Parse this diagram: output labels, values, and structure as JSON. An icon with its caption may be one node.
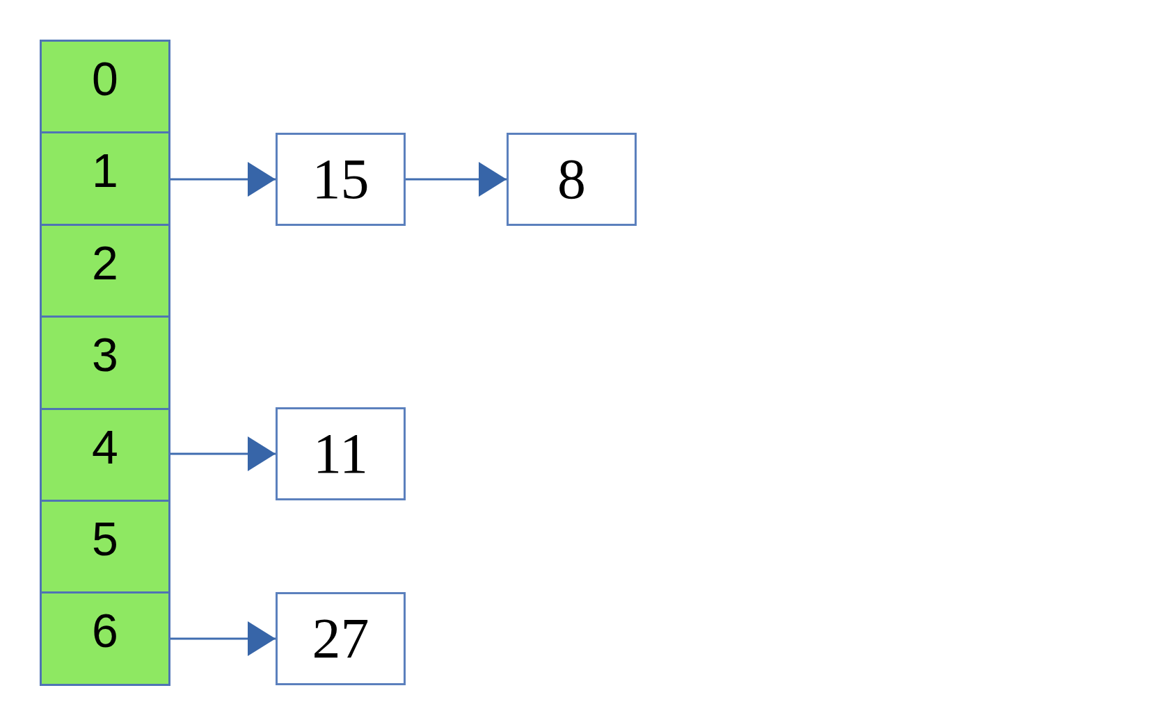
{
  "diagram": {
    "nodes": [
      {
        "text": [
          "0"
        ]
      },
      {
        "text": [
          "1"
        ]
      },
      {
        "text": [
          "15"
        ]
      },
      {
        "text": [
          "8"
        ]
      },
      {
        "text": [
          "2"
        ]
      },
      {
        "text": [
          "3"
        ]
      },
      {
        "text": [
          "4"
        ]
      },
      {
        "text": [
          "11"
        ]
      },
      {
        "text": [
          "5"
        ]
      },
      {
        "text": [
          "6"
        ]
      },
      {
        "text": [
          "27"
        ]
      }
    ],
    "edges": [
      {
        "from": 1,
        "to": 2,
        "arrow": "to"
      },
      {
        "from": 2,
        "to": 3,
        "arrow": "to"
      },
      {
        "from": 6,
        "to": 7,
        "arrow": "to"
      },
      {
        "from": 9,
        "to": 10,
        "arrow": "to"
      }
    ]
  }
}
